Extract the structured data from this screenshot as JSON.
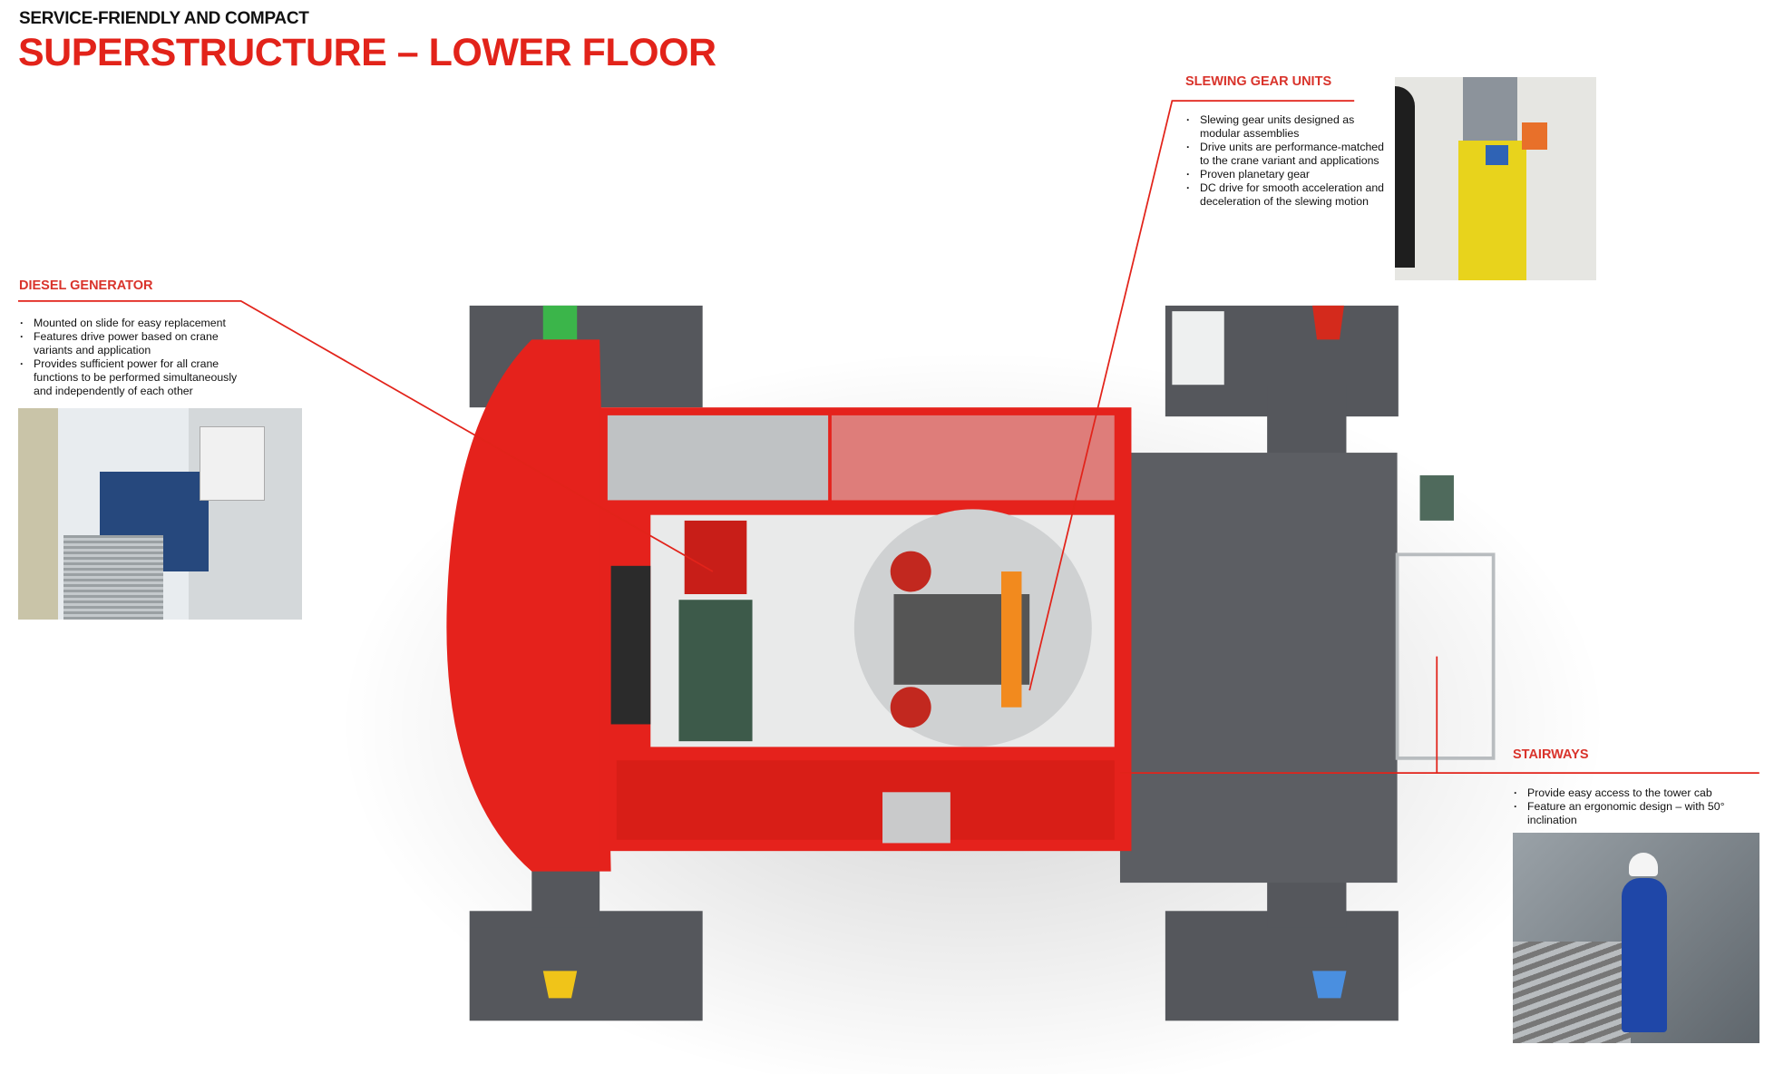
{
  "header": {
    "subtitle": "SERVICE-FRIENDLY AND COMPACT",
    "title": "SUPERSTRUCTURE – LOWER FLOOR"
  },
  "callouts": {
    "diesel": {
      "heading": "DIESEL GENERATOR",
      "bullets": [
        "Mounted on slide for easy replacement",
        "Features drive power based on crane variants and application",
        "Provides sufficient power for all crane functions to be performed simultaneously and independently of each other"
      ]
    },
    "slewing": {
      "heading": "SLEWING GEAR UNITS",
      "bullets": [
        "Slewing gear units designed as modular assemblies",
        "Drive units are performance-matched to the crane variant and applications",
        "Proven planetary gear",
        "DC drive for smooth acceleration and deceleration of the slewing motion"
      ]
    },
    "stairways": {
      "heading": "STAIRWAYS",
      "bullets": [
        "Provide easy access to the tower cab",
        "Feature an ergonomic design – with 50° inclination"
      ]
    }
  },
  "colors": {
    "accent": "#e2231a",
    "machine_red": "#e5221c",
    "machine_grey": "#5c5e63"
  }
}
